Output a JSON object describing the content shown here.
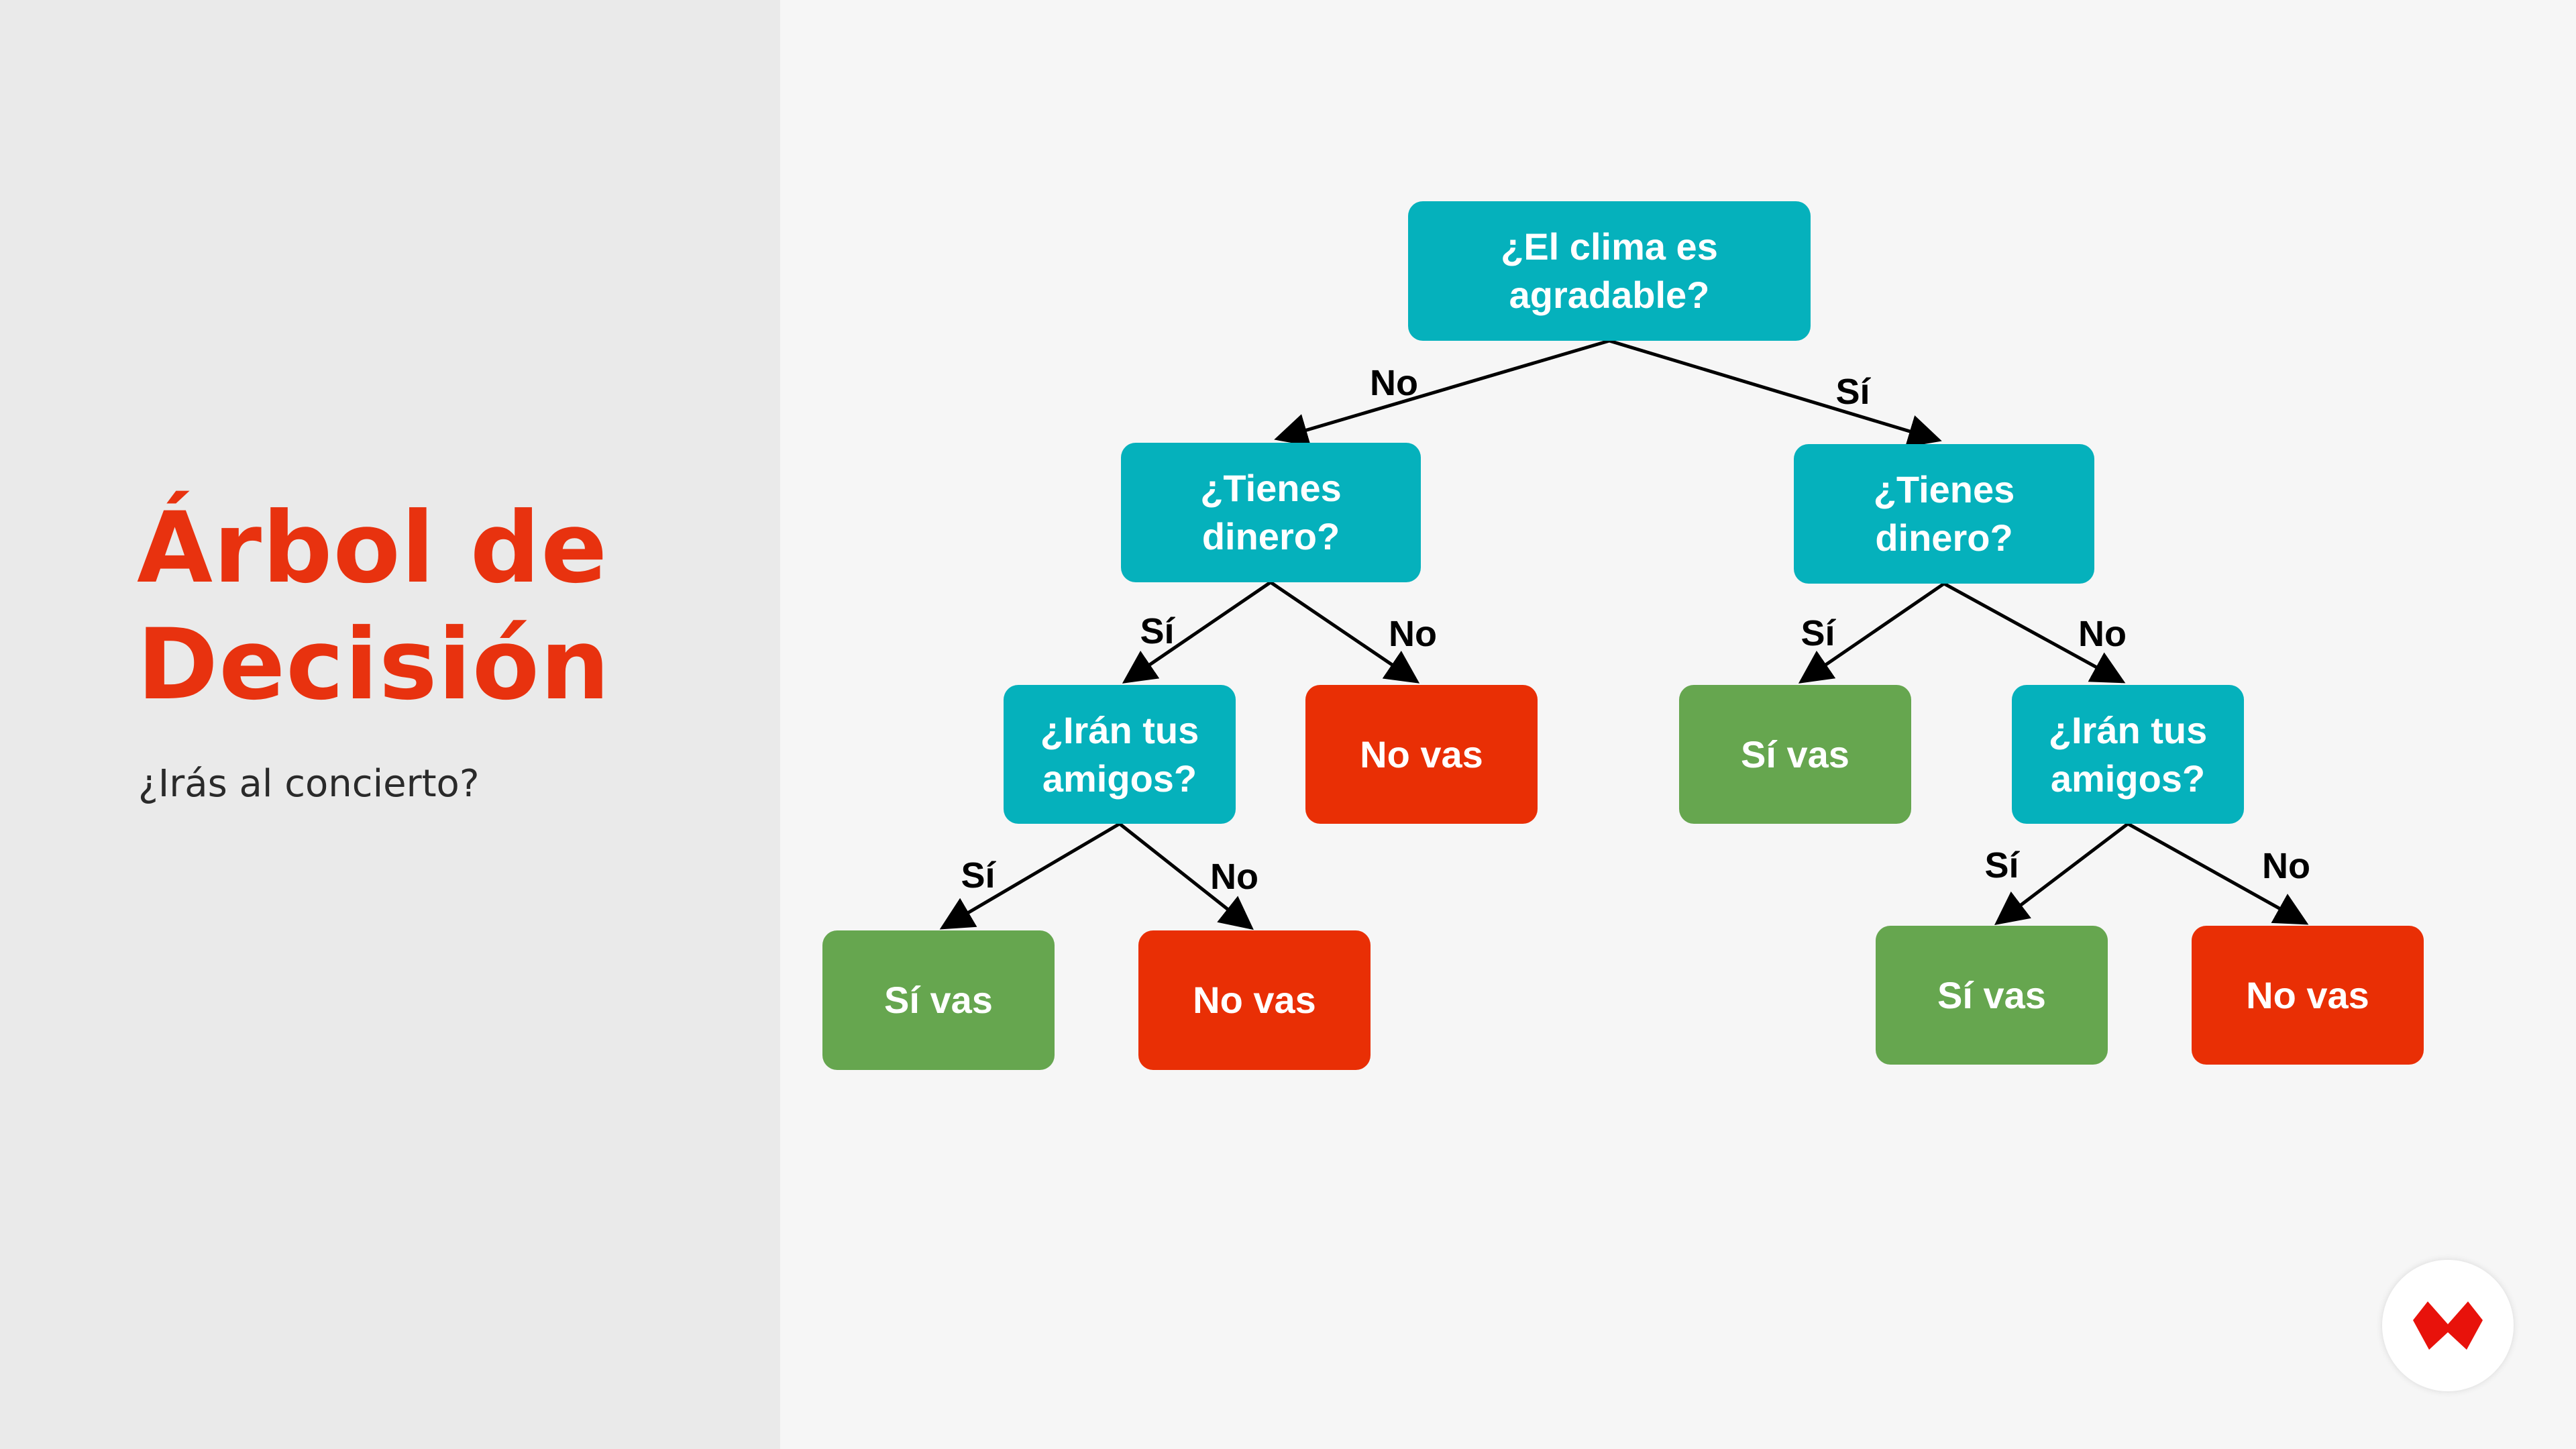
{
  "slide": {
    "title_line1": "Árbol de",
    "title_line2": "Decisión",
    "subtitle": "¿Irás al concierto?"
  },
  "tree": {
    "root": "¿El clima es agradable?",
    "left_question": "¿Tienes dinero?",
    "right_question": "¿Tienes dinero?",
    "left_left_question": "¿Irán tus amigos?",
    "left_right_leaf": "No vas",
    "right_left_leaf": "Sí vas",
    "right_right_question": "¿Irán tus amigos?",
    "ll_left_leaf": "Sí vas",
    "ll_right_leaf": "No vas",
    "rr_left_leaf": "Sí vas",
    "rr_right_leaf": "No vas"
  },
  "edges": {
    "root_left": "No",
    "root_right": "Sí",
    "left_left": "Sí",
    "left_right": "No",
    "right_left": "Sí",
    "right_right": "No",
    "ll_left": "Sí",
    "ll_right": "No",
    "rr_left": "Sí",
    "rr_right": "No"
  },
  "colors": {
    "accent": "#e8320f",
    "question_node": "#05b1bc",
    "yes_leaf": "#66a64f",
    "no_leaf": "#e92f05",
    "left_panel": "#eaeaea",
    "background": "#f6f6f6"
  },
  "icons": {
    "logo": "brand-logo-icon"
  }
}
